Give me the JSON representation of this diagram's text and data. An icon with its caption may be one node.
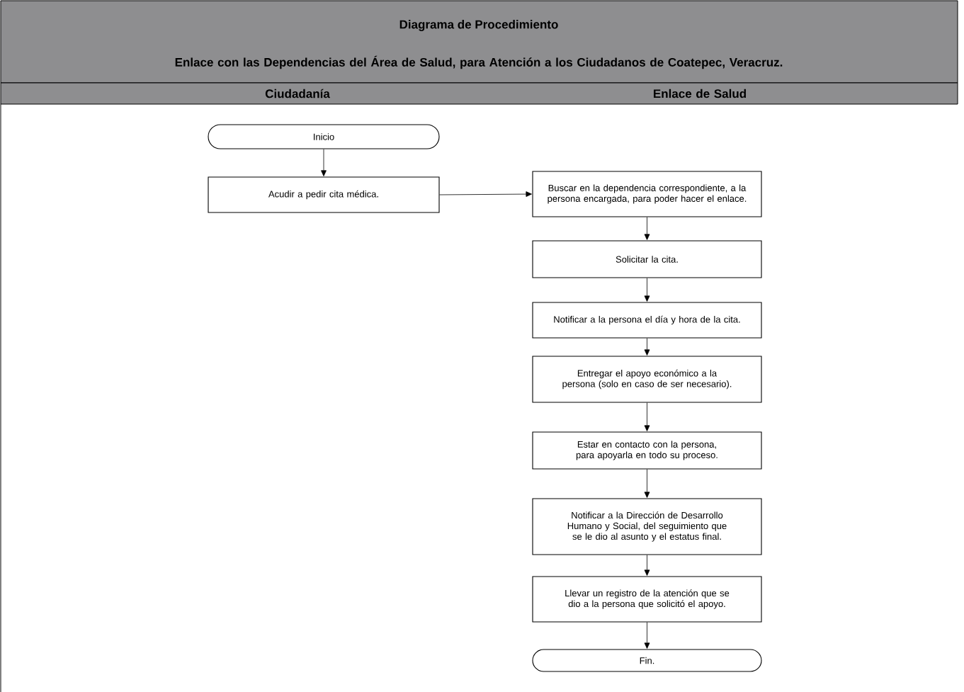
{
  "diagram": {
    "title": "Diagrama de Procedimiento",
    "nodes": [
      {
        "text": [
          "Inicio"
        ]
      },
      {
        "text": [
          "Acudir a pedir cita médica."
        ]
      },
      {
        "text": [
          "Buscar en la dependencia correspondiente, a la persona encargada, para poder hacer el enlace."
        ]
      },
      {
        "text": [
          "Solicitar la cita."
        ]
      },
      {
        "text": [
          "Notificar a la persona el día y hora de la cita."
        ]
      },
      {
        "text": [
          "Entregar el apoyo económico a la persona (solo en caso de ser necesario)."
        ]
      },
      {
        "text": [
          "Estar en contacto con la persona, para apoyarla en todo su proceso."
        ]
      },
      {
        "text": [
          "Notificar a la Dirección de Desarrollo Humano y Social, del seguimiento que se le dio al asunto y el estatus final."
        ]
      },
      {
        "text": [
          "Llevar un registro de la atención que se dio a la persona que solicitó el apoyo."
        ]
      },
      {
        "text": [
          "Fin."
        ]
      }
    ],
    "edges": [
      {
        "from": 0,
        "to": 1,
        "arrow": "to"
      },
      {
        "from": 1,
        "to": 2,
        "arrow": "to"
      },
      {
        "from": 2,
        "to": 3,
        "arrow": "to"
      },
      {
        "from": 3,
        "to": 4,
        "arrow": "to"
      },
      {
        "from": 4,
        "to": 5,
        "arrow": "to"
      },
      {
        "from": 5,
        "to": 6,
        "arrow": "to"
      },
      {
        "from": 6,
        "to": 7,
        "arrow": "to"
      },
      {
        "from": 7,
        "to": 8,
        "arrow": "to"
      },
      {
        "from": 8,
        "to": 9,
        "arrow": "to"
      }
    ],
    "labels": [
      "Enlace con las Dependencias del Área de Salud, para Atención a los Ciudadanos de Coatepec, Veracruz.",
      "Ciudadanía",
      "Enlace de Salud"
    ]
  }
}
